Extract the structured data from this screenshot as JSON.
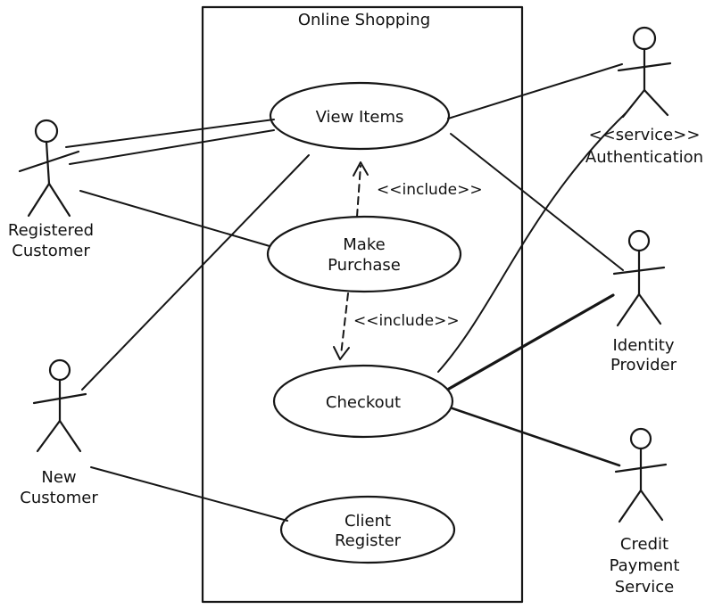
{
  "diagram": {
    "type": "uml-use-case",
    "title": "Online Shopping",
    "use_cases": [
      {
        "id": "view-items",
        "label_lines": [
          "View Items"
        ]
      },
      {
        "id": "make-purchase",
        "label_lines": [
          "Make",
          "Purchase"
        ]
      },
      {
        "id": "checkout",
        "label_lines": [
          "Checkout"
        ]
      },
      {
        "id": "client-register",
        "label_lines": [
          "Client",
          "Register"
        ]
      }
    ],
    "actors": [
      {
        "id": "registered-customer",
        "label_lines": [
          "Registered",
          "Customer"
        ]
      },
      {
        "id": "new-customer",
        "label_lines": [
          "New",
          "Customer"
        ]
      },
      {
        "id": "authentication",
        "label_lines": [
          "<<service>>",
          "Authentication"
        ]
      },
      {
        "id": "identity-provider",
        "label_lines": [
          "Identity",
          "Provider"
        ]
      },
      {
        "id": "credit-payment-service",
        "label_lines": [
          "Credit",
          "Payment",
          "Service"
        ]
      }
    ],
    "relationships": [
      {
        "from": "Registered Customer",
        "to": "View Items",
        "type": "association"
      },
      {
        "from": "Registered Customer",
        "to": "Make Purchase",
        "type": "association"
      },
      {
        "from": "New Customer",
        "to": "View Items",
        "type": "association"
      },
      {
        "from": "New Customer",
        "to": "Client Register",
        "type": "association"
      },
      {
        "from": "View Items",
        "to": "Authentication",
        "type": "association"
      },
      {
        "from": "View Items",
        "to": "Identity Provider",
        "type": "association"
      },
      {
        "from": "Checkout",
        "to": "Authentication",
        "type": "association"
      },
      {
        "from": "Checkout",
        "to": "Identity Provider",
        "type": "association"
      },
      {
        "from": "Checkout",
        "to": "Credit Payment Service",
        "type": "association"
      },
      {
        "from": "Make Purchase",
        "to": "View Items",
        "type": "include",
        "label": "<<include>>"
      },
      {
        "from": "Make Purchase",
        "to": "Checkout",
        "type": "include",
        "label": "<<include>>"
      }
    ],
    "colors": {
      "stroke": "#161616",
      "background": "#ffffff"
    }
  }
}
